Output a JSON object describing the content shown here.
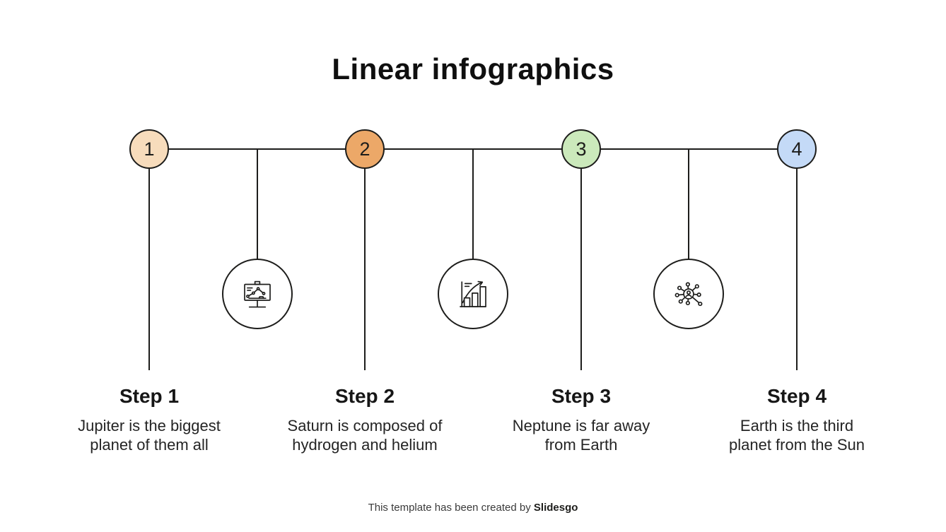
{
  "slide": {
    "title": "Linear infographics",
    "line_color": "#1d1d1b",
    "steps": [
      {
        "number": "1",
        "color": "#f7dcbc",
        "title": "Step 1",
        "description_lines": [
          "Jupiter is the biggest",
          "planet of them all"
        ]
      },
      {
        "number": "2",
        "color": "#eca868",
        "title": "Step 2",
        "description_lines": [
          "Saturn is composed of",
          "hydrogen and helium"
        ]
      },
      {
        "number": "3",
        "color": "#cbe9bb",
        "title": "Step 3",
        "description_lines": [
          "Neptune is far away",
          "from Earth"
        ]
      },
      {
        "number": "4",
        "color": "#c4daf7",
        "title": "Step 4",
        "description_lines": [
          "Earth is the third",
          "planet from the Sun"
        ]
      }
    ],
    "icons": [
      {
        "name": "presentation-line-chart-icon"
      },
      {
        "name": "growth-bar-chart-icon"
      },
      {
        "name": "network-connections-icon"
      }
    ],
    "footer": {
      "text": "This template has been created by ",
      "brand": "Slidesgo"
    }
  }
}
